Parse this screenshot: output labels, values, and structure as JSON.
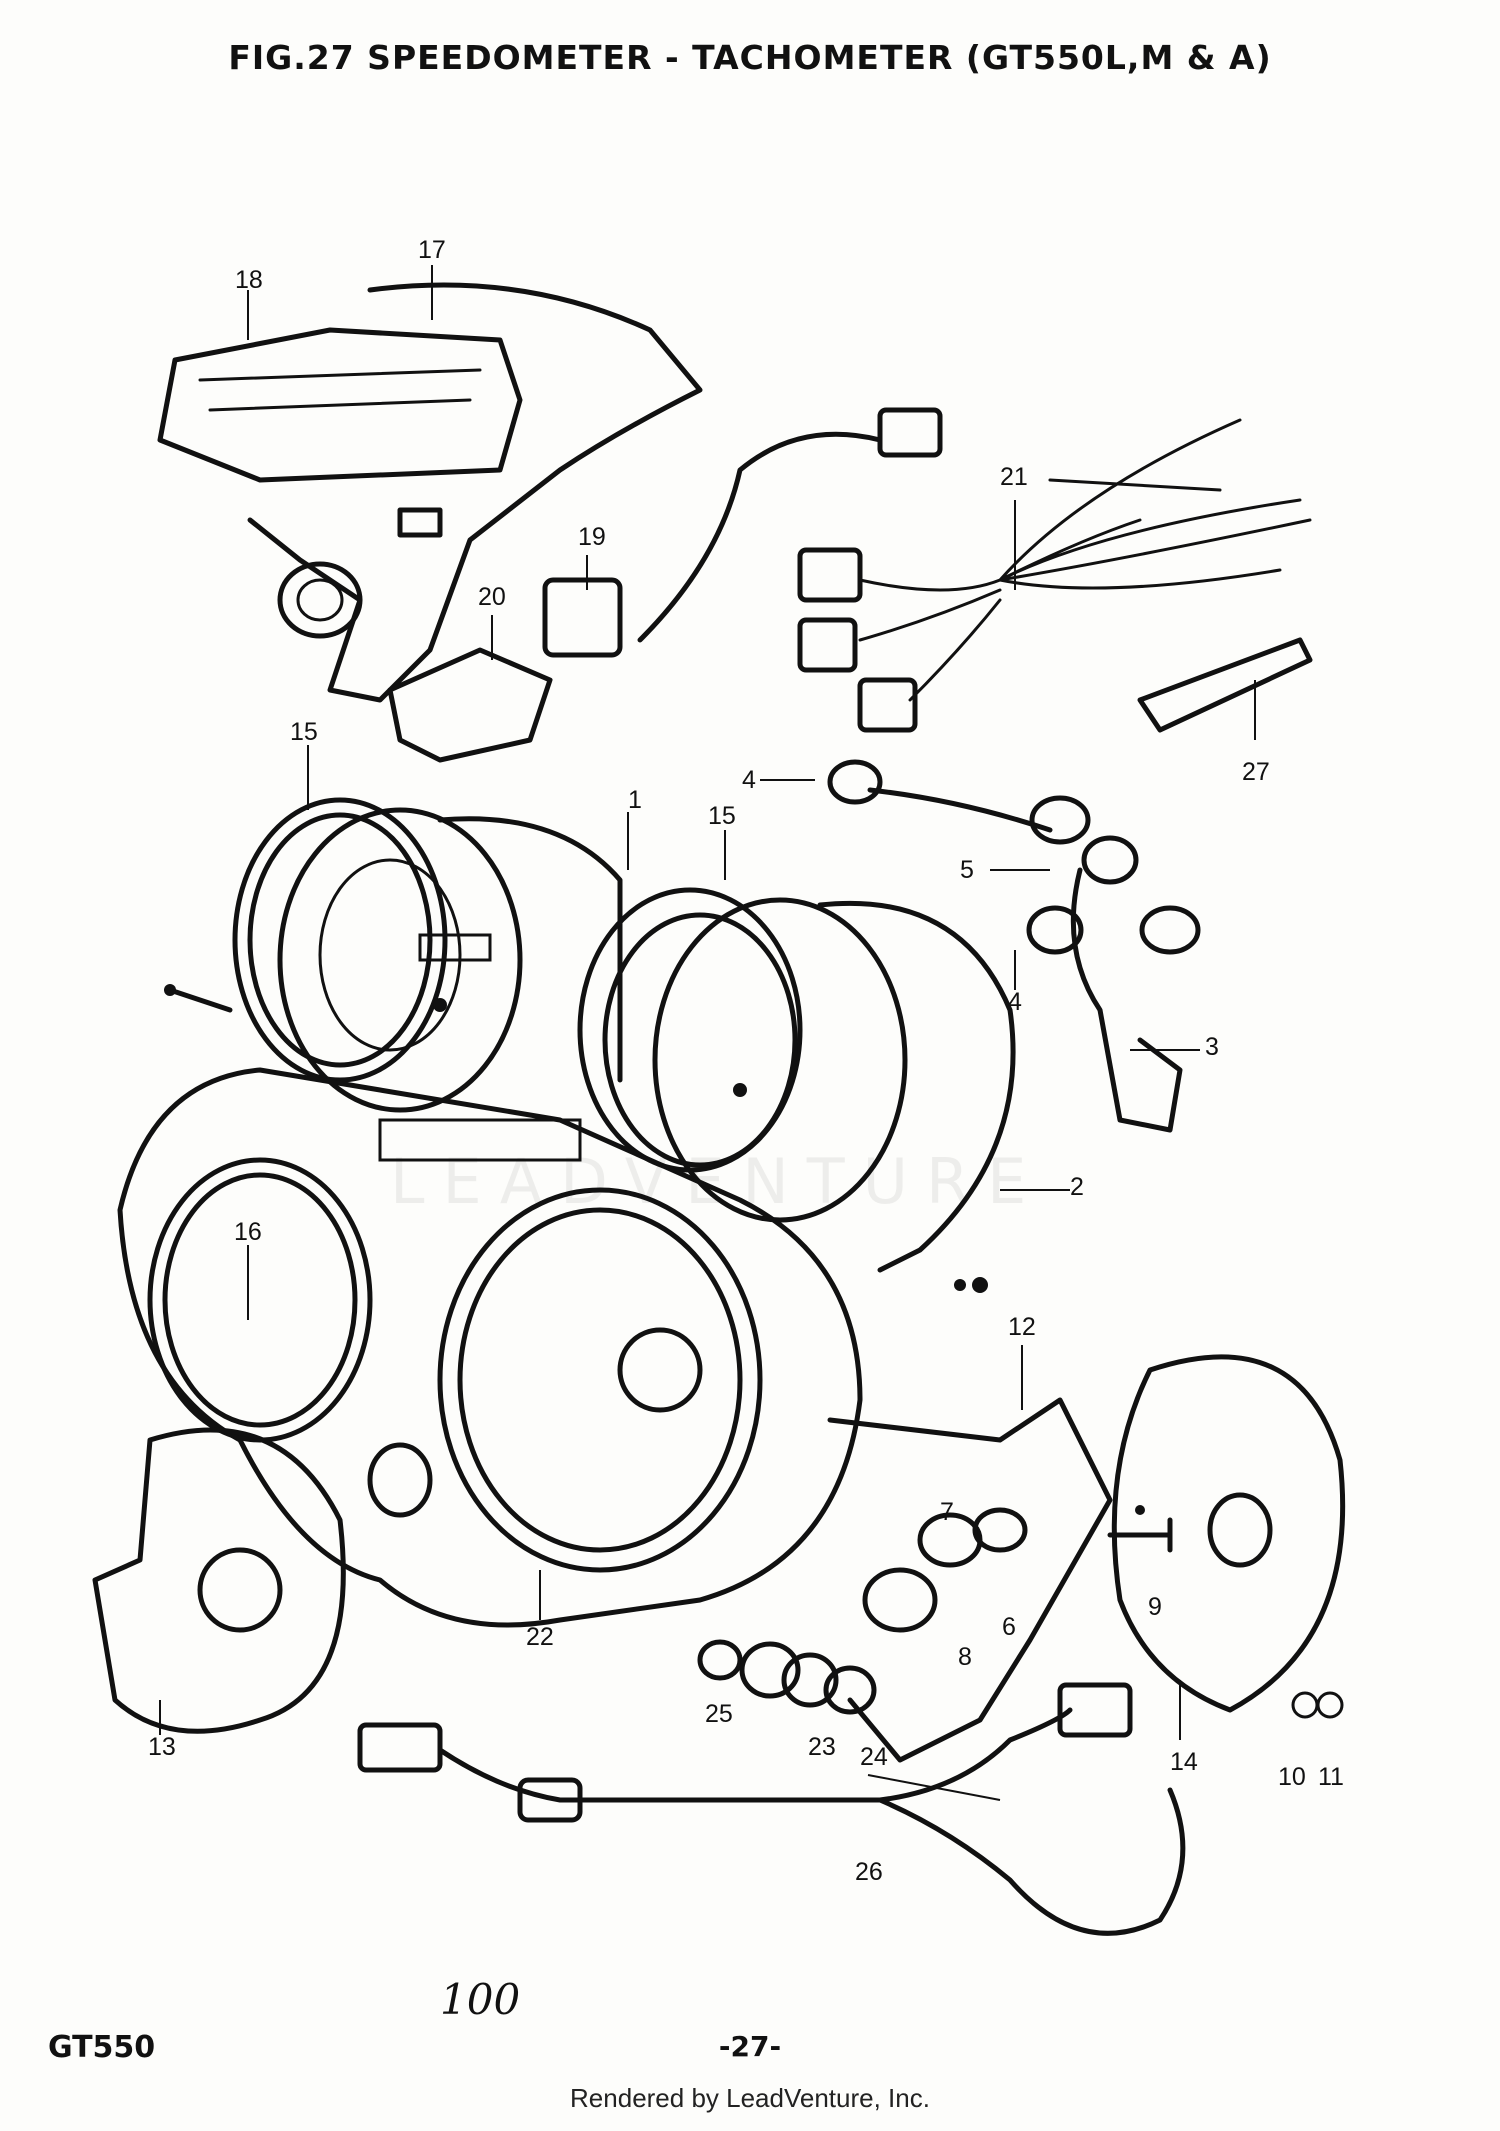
{
  "title": "FIG.27 SPEEDOMETER - TACHOMETER (GT550L,M & A)",
  "footer": {
    "model": "GT550",
    "page": "-27-",
    "credit": "Rendered by LeadVenture, Inc."
  },
  "watermark": "LEADVENTURE",
  "handwriting": "100",
  "parts": [
    "1",
    "2",
    "3",
    "4",
    "5",
    "6",
    "7",
    "8",
    "9",
    "10",
    "11",
    "12",
    "13",
    "14",
    "15",
    "16",
    "17",
    "18",
    "19",
    "20",
    "21",
    "22",
    "23",
    "24",
    "25",
    "26",
    "27"
  ]
}
